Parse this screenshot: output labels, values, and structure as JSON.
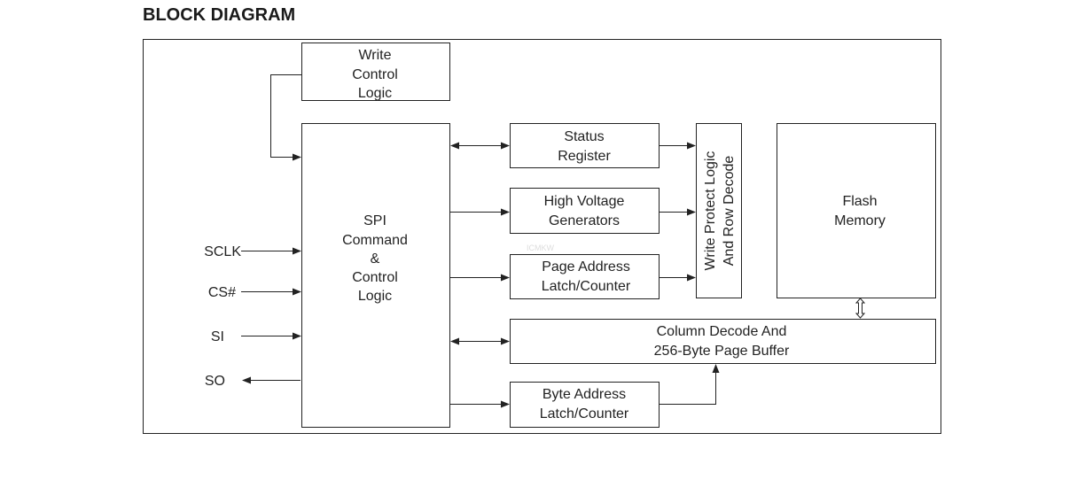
{
  "title": "BLOCK DIAGRAM",
  "watermark": "ICMKW",
  "blocks": {
    "write_control": [
      "Write",
      "Control",
      "Logic"
    ],
    "spi": [
      "SPI",
      "Command",
      "&",
      "Control",
      "Logic"
    ],
    "status": [
      "Status",
      "Register"
    ],
    "high_voltage": [
      "High Voltage",
      "Generators"
    ],
    "page_address": [
      "Page Address",
      "Latch/Counter"
    ],
    "write_protect": [
      "Write Protect Logic",
      "And Row Decode"
    ],
    "flash": [
      "Flash",
      "Memory"
    ],
    "column": [
      "Column Decode And",
      "256-Byte Page Buffer"
    ],
    "byte_address": [
      "Byte Address",
      "Latch/Counter"
    ]
  },
  "signals": [
    "SCLK",
    "CS#",
    "SI",
    "SO"
  ],
  "colors": {
    "line": "#222222",
    "watermark": "#e6e6e6"
  }
}
